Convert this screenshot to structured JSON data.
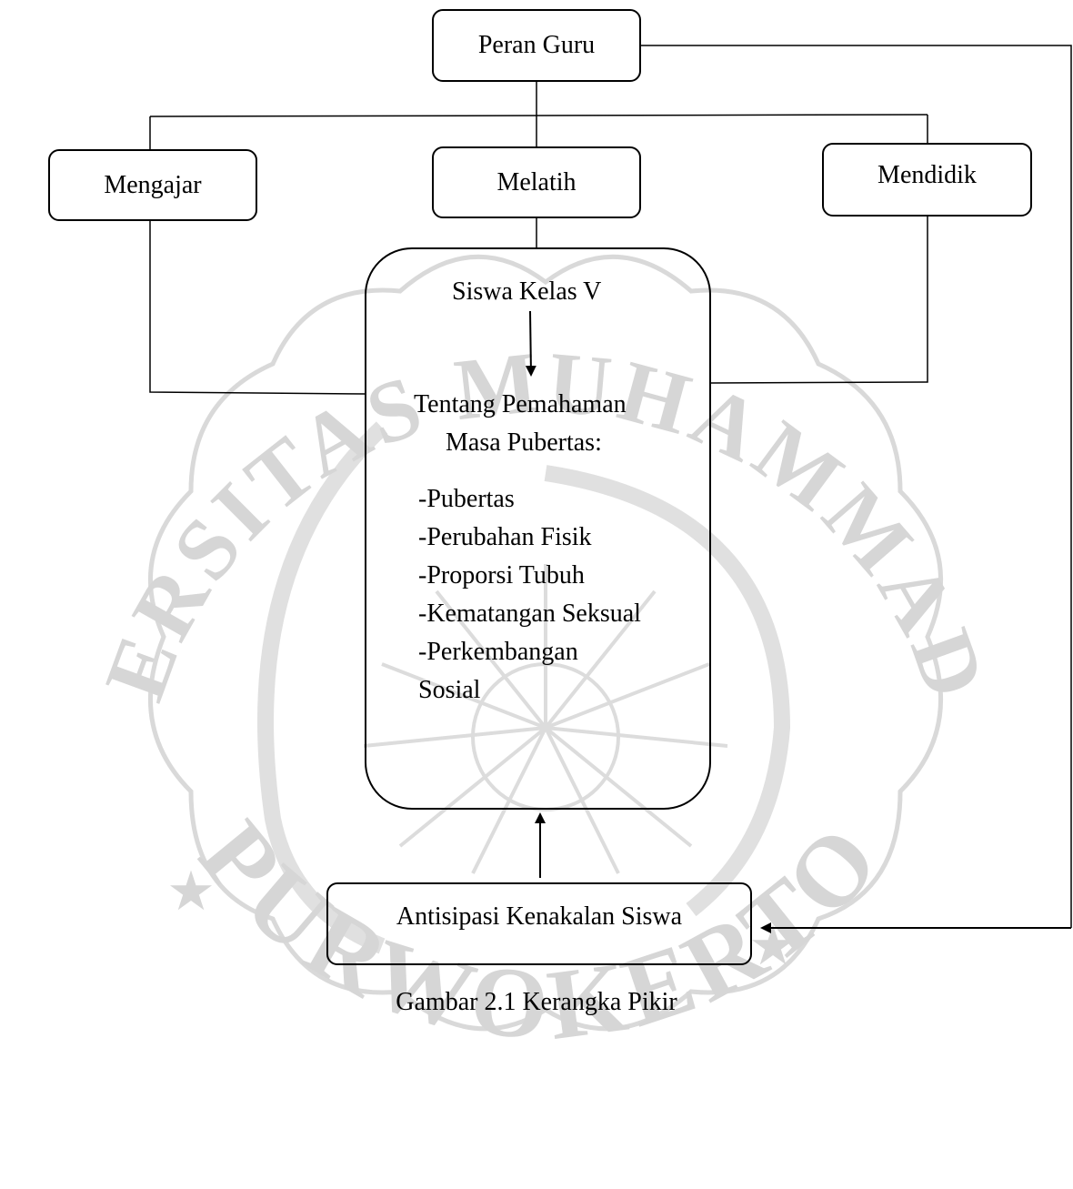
{
  "diagram": {
    "top": "Peran Guru",
    "roles": [
      "Mengajar",
      "Melatih",
      "Mendidik"
    ],
    "center": {
      "subject": "Siswa Kelas V",
      "topic_line1": "Tentang Pemahaman",
      "topic_line2": "Masa Pubertas:",
      "items": [
        "-Pubertas",
        "-Perubahan Fisik",
        "-Proporsi Tubuh",
        "-Kematangan Seksual",
        "-Perkembangan",
        "Sosial"
      ]
    },
    "bottom": "Antisipasi Kenakalan Siswa",
    "caption": "Gambar 2.1 Kerangka Pikir"
  },
  "watermark": {
    "text_top": "UNIVERSITAS MUHAMMADIYAH",
    "text_bottom": "PURWOKERTO",
    "color": "#d6d6d6"
  }
}
